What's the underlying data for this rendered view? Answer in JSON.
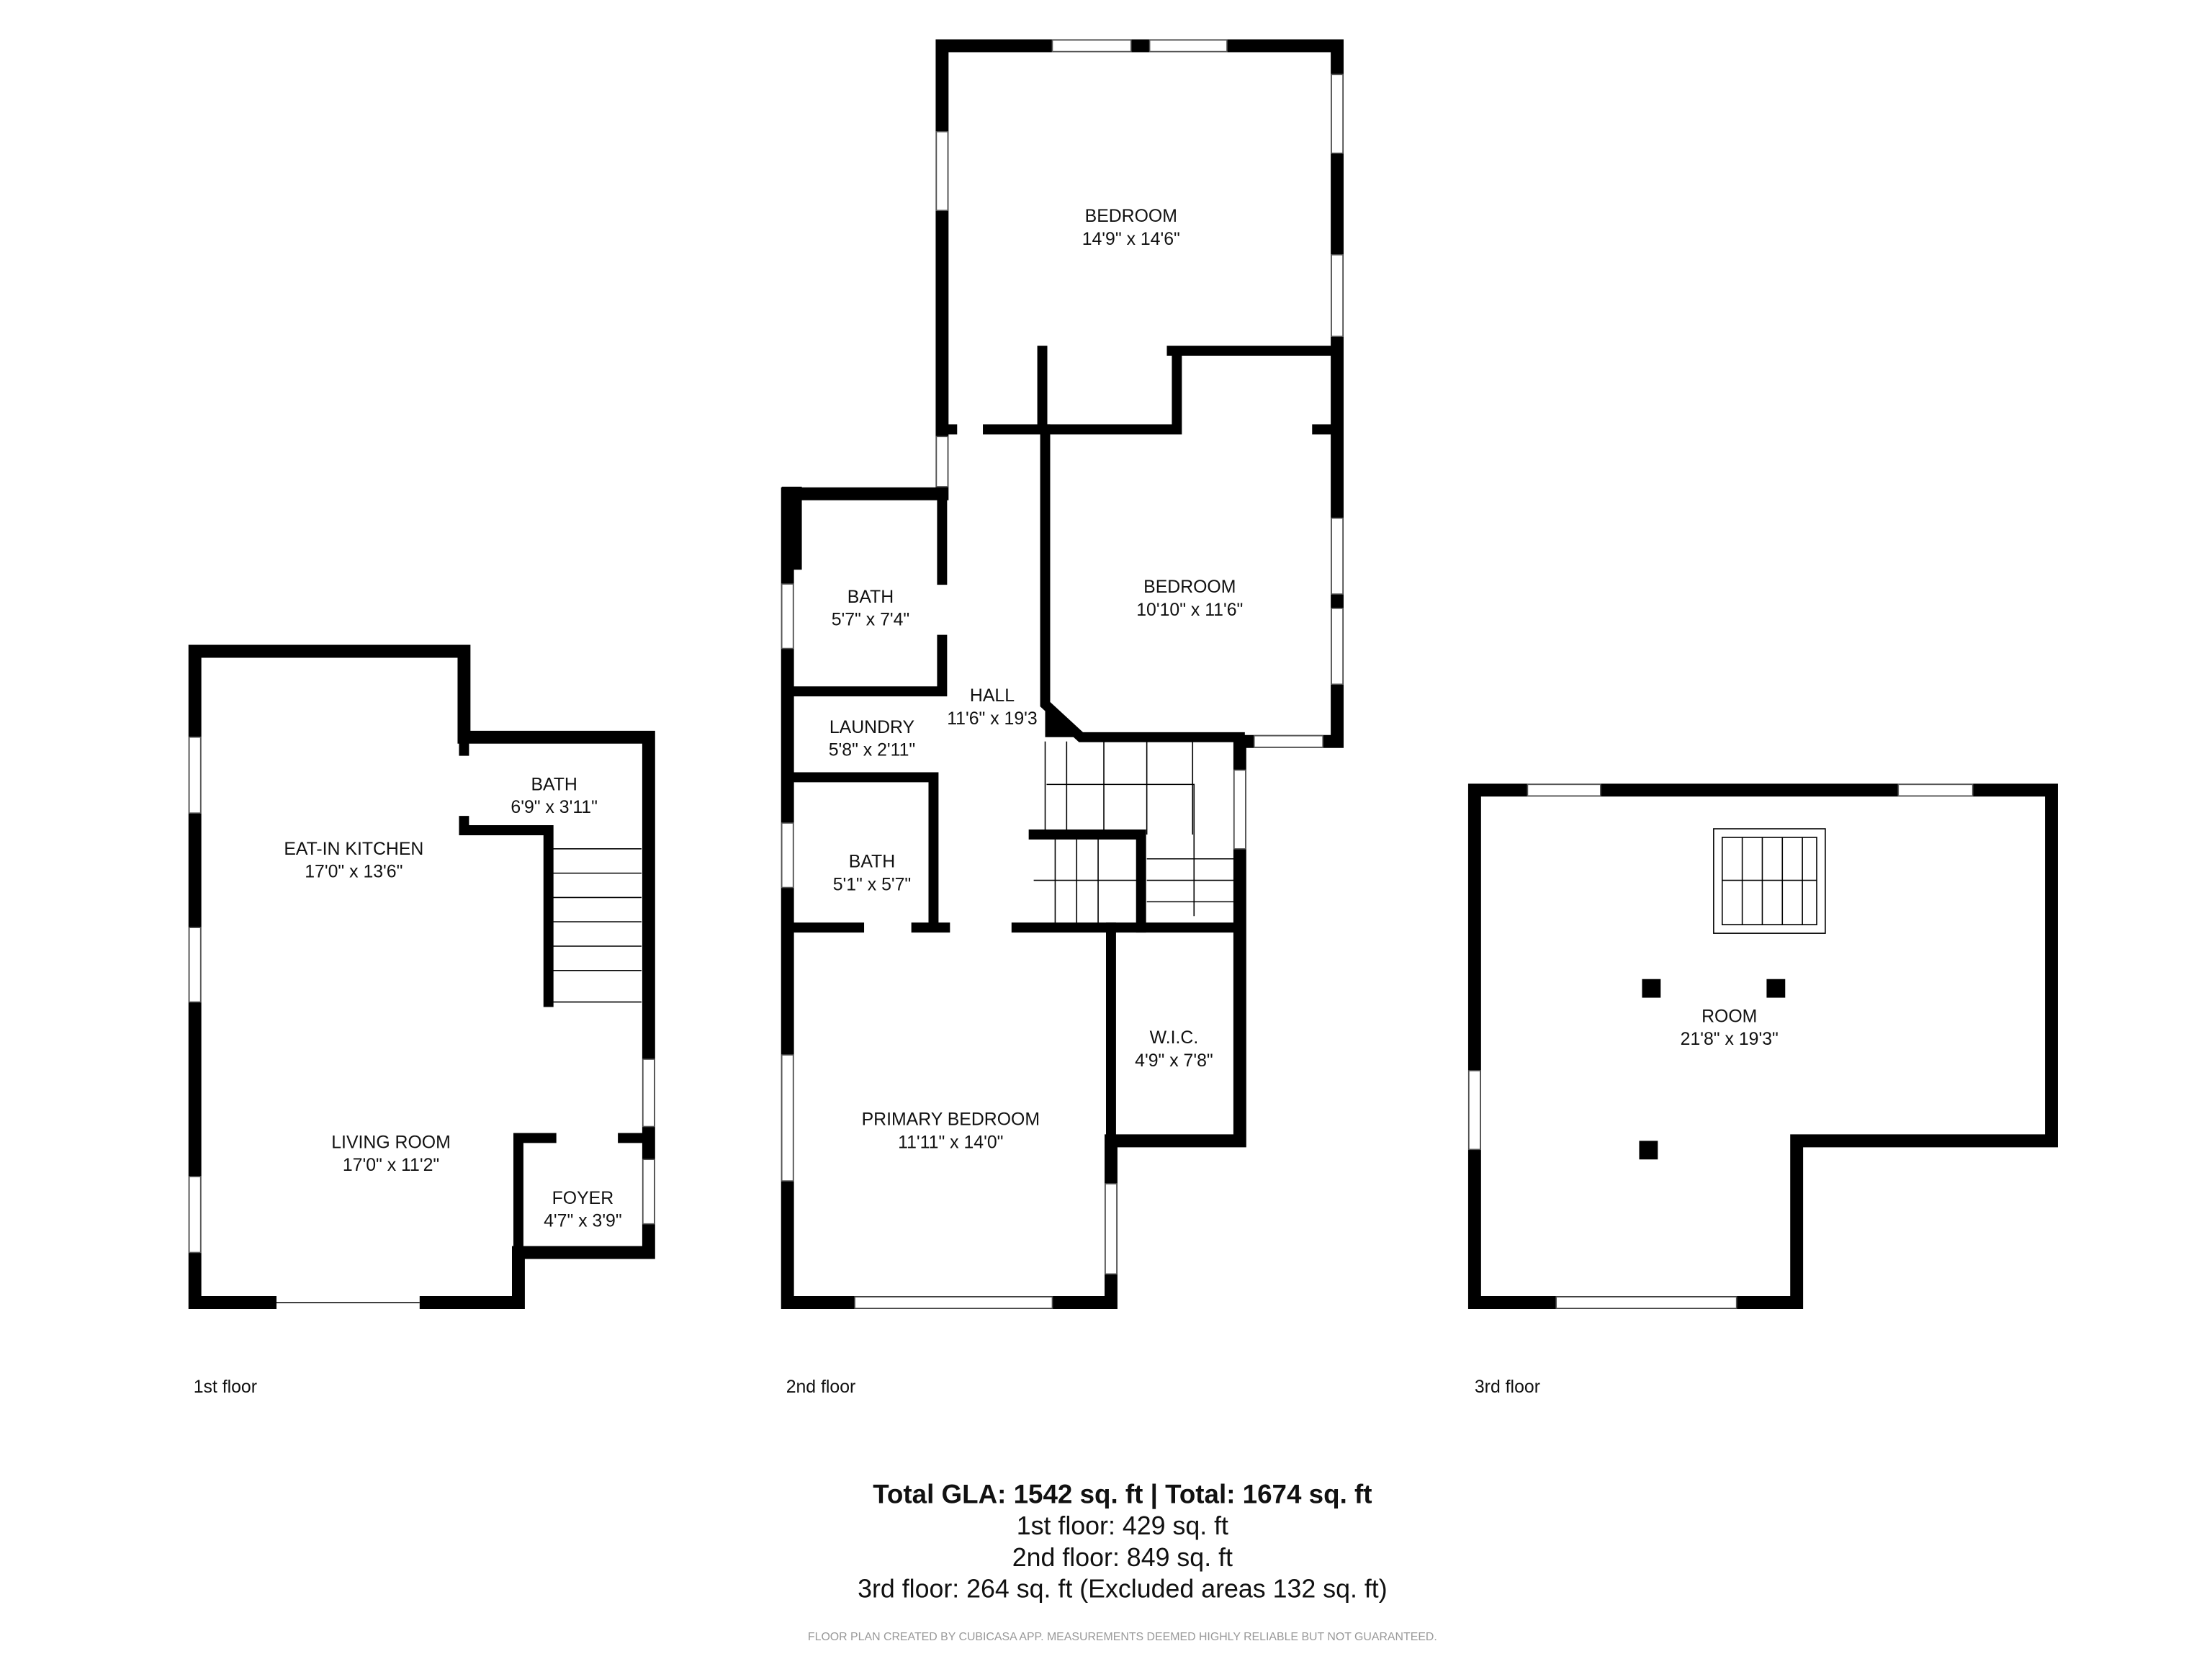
{
  "floors": [
    {
      "label": "1st floor",
      "rooms": [
        {
          "name": "EAT-IN KITCHEN",
          "dims": "17'0\" x 13'6\""
        },
        {
          "name": "BATH",
          "dims": "6'9\" x 3'11\""
        },
        {
          "name": "LIVING ROOM",
          "dims": "17'0\" x 11'2\""
        },
        {
          "name": "FOYER",
          "dims": "4'7\" x 3'9\""
        }
      ]
    },
    {
      "label": "2nd floor",
      "rooms": [
        {
          "name": "BEDROOM",
          "dims": "14'9\" x 14'6\""
        },
        {
          "name": "BEDROOM",
          "dims": "10'10\" x 11'6\""
        },
        {
          "name": "BATH",
          "dims": "5'7\" x 7'4\""
        },
        {
          "name": "HALL",
          "dims": "11'6\" x 19'3"
        },
        {
          "name": "LAUNDRY",
          "dims": "5'8\" x 2'11\""
        },
        {
          "name": "BATH",
          "dims": "5'1\" x 5'7\""
        },
        {
          "name": "W.I.C.",
          "dims": "4'9\" x 7'8\""
        },
        {
          "name": "PRIMARY BEDROOM",
          "dims": "11'11\" x 14'0\""
        }
      ]
    },
    {
      "label": "3rd floor",
      "rooms": [
        {
          "name": "ROOM",
          "dims": "21'8\" x 19'3\""
        }
      ]
    }
  ],
  "totals": {
    "headline": "Total GLA: 1542 sq. ft | Total: 1674 sq. ft",
    "floor1": "1st floor: 429 sq. ft",
    "floor2": "2nd floor: 849 sq. ft",
    "floor3": "3rd floor: 264 sq. ft (Excluded areas 132 sq. ft)"
  },
  "disclaimer": "FLOOR PLAN CREATED BY CUBICASA APP. MEASUREMENTS DEEMED HIGHLY RELIABLE BUT NOT GUARANTEED."
}
